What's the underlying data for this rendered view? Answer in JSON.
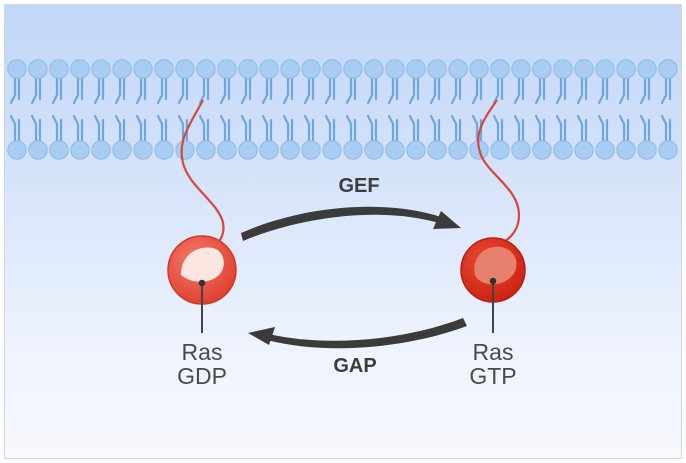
{
  "colors": {
    "head": "#a9cdf2",
    "head_stroke": "#8db8e6",
    "tail": "#6ea6e0",
    "tether": "#d8463a",
    "ras_gdp": "#e95545",
    "ras_gtp": "#d92e1c",
    "arrow": "#3b3b3b"
  },
  "reaction": {
    "forward_enzyme": "GEF",
    "reverse_enzyme": "GAP"
  },
  "ras_gdp": {
    "name": "Ras",
    "nucleotide": "GDP"
  },
  "ras_gtp": {
    "name": "Ras",
    "nucleotide": "GTP"
  }
}
